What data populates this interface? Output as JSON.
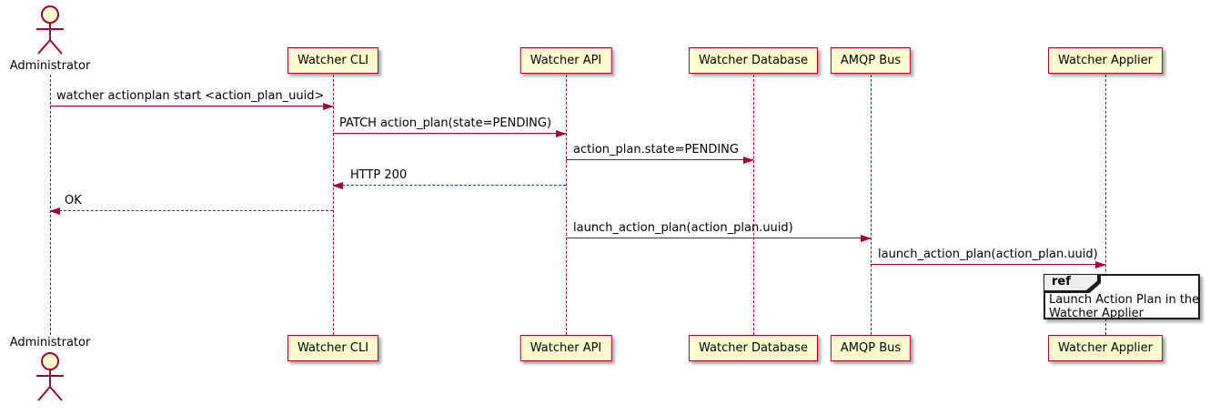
{
  "diagram_type": "uml-sequence-diagram",
  "colors": {
    "participant_fill": "#FEFECE",
    "participant_border": "#A80036",
    "lifeline": "#A80036",
    "arrow": "#A80036",
    "text": "#000000",
    "ref_border": "#1b1b1b",
    "ref_header_fill": "#EEEEEE",
    "background": "#FFFFFF"
  },
  "actor": {
    "label": "Administrator"
  },
  "participants": [
    {
      "id": "watcher-cli",
      "label": "Watcher CLI"
    },
    {
      "id": "watcher-api",
      "label": "Watcher API"
    },
    {
      "id": "watcher-database",
      "label": "Watcher Database"
    },
    {
      "id": "amqp-bus",
      "label": "AMQP Bus"
    },
    {
      "id": "watcher-applier",
      "label": "Watcher Applier"
    }
  ],
  "messages": [
    {
      "from": "Administrator",
      "to": "Watcher CLI",
      "label": "watcher actionplan start <action_plan_uuid>",
      "line": "solid",
      "direction": "right"
    },
    {
      "from": "Watcher CLI",
      "to": "Watcher API",
      "label": "PATCH action_plan(state=PENDING)",
      "line": "solid",
      "direction": "right"
    },
    {
      "from": "Watcher API",
      "to": "Watcher Database",
      "label": "action_plan.state=PENDING",
      "line": "solid",
      "direction": "right"
    },
    {
      "from": "Watcher API",
      "to": "Watcher CLI",
      "label": "HTTP 200",
      "line": "dashed",
      "direction": "left"
    },
    {
      "from": "Watcher CLI",
      "to": "Administrator",
      "label": "OK",
      "line": "dashed",
      "direction": "left"
    },
    {
      "from": "Watcher API",
      "to": "AMQP Bus",
      "label": "launch_action_plan(action_plan.uuid)",
      "line": "solid",
      "direction": "right"
    },
    {
      "from": "AMQP Bus",
      "to": "Watcher Applier",
      "label": "launch_action_plan(action_plan.uuid)",
      "line": "solid",
      "direction": "right"
    }
  ],
  "ref": {
    "keyword": "ref",
    "over": "Watcher Applier",
    "text_lines": [
      "Launch Action Plan in the",
      "Watcher Applier"
    ]
  }
}
